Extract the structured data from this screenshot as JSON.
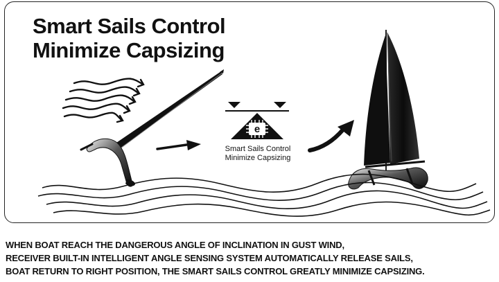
{
  "headline": {
    "line1": "Smart Sails Control",
    "line2": "Minimize Capsizing"
  },
  "chip": {
    "letter": "e"
  },
  "caption": {
    "line1": "Smart Sails Control",
    "line2": "Minimize Capsizing"
  },
  "description": {
    "line1": "WHEN BOAT REACH THE DANGEROUS ANGLE OF INCLINATION IN GUST WIND,",
    "line2": "RECEIVER BUILT-IN INTELLIGENT ANGLE SENSING SYSTEM AUTOMATICALLY RELEASE SAILS,",
    "line3": "BOAT RETURN TO RIGHT POSITION, THE SMART SAILS CONTROL GREATLY MINIMIZE CAPSIZING."
  },
  "colors": {
    "ink": "#111111",
    "border": "#222222",
    "background": "#ffffff"
  }
}
